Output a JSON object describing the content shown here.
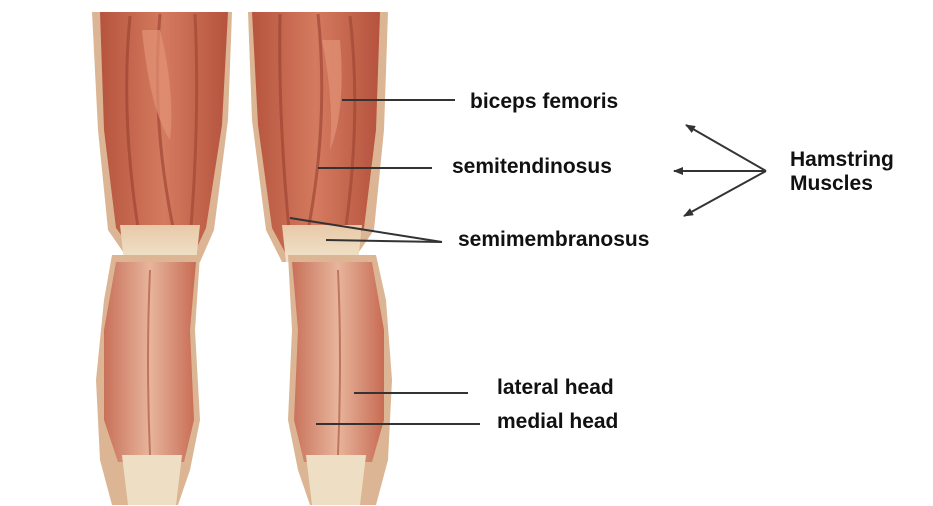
{
  "labels": {
    "biceps_femoris": "biceps femoris",
    "semitendinosus": "semitendinosus",
    "semimembranosus": "semimembranosus",
    "lateral_head": "lateral head",
    "medial_head": "medial head"
  },
  "group": {
    "line1": "Hamstring",
    "line2": "Muscles"
  },
  "colors": {
    "muscle": "#c8684f",
    "muscle_dark": "#9c4634",
    "muscle_light": "#e3a085",
    "tendon": "#ecdcc0",
    "skin_edge": "#d9b38f",
    "leader_line": "#333333",
    "text": "#111111"
  }
}
